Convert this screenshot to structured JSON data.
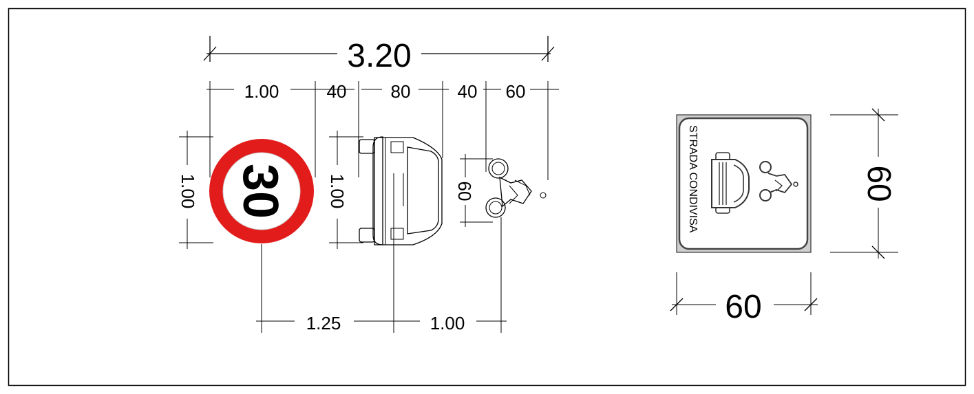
{
  "drawing": {
    "total_width_label": "3.20",
    "top_segments": [
      "1.00",
      "40",
      "80",
      "40",
      "60"
    ],
    "sign_height_label": "1.00",
    "car_height_label": "1.00",
    "bike_height_label": "60",
    "bottom_segments": [
      "1.25",
      "1.00"
    ],
    "speed_limit_number": "30",
    "shared_sign_text": "STRADA CONDIVISA",
    "shared_sign_width_label": "60",
    "shared_sign_height_label": "60",
    "colors": {
      "sign_red": "#e21b1b",
      "number_gray": "#555555",
      "ink": "#000000"
    }
  }
}
